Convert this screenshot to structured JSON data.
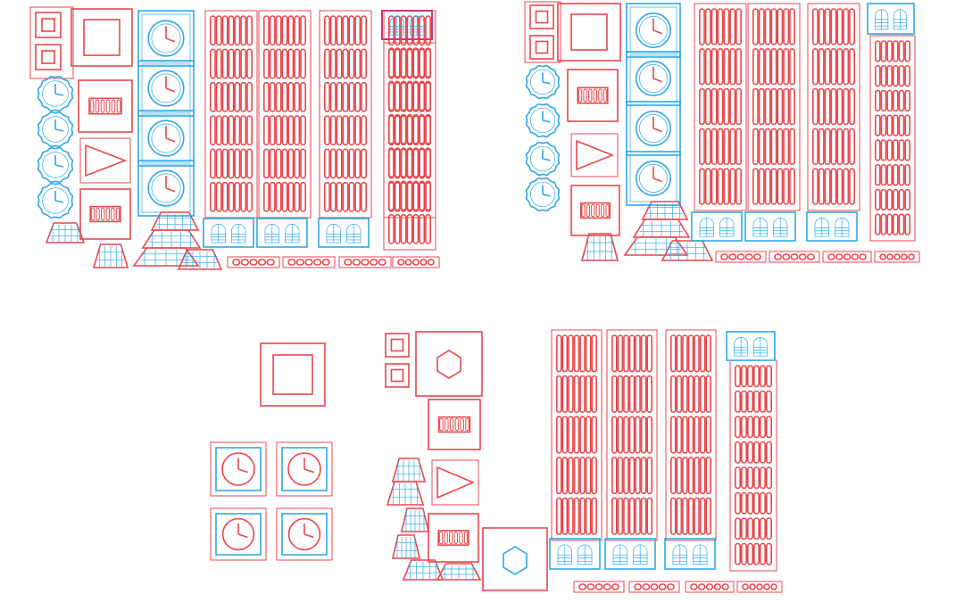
{
  "colors": {
    "cut_red": "#e8474c",
    "engrave_blue": "#2ea8e6",
    "highlight_pink": "#d63384",
    "background": "#ffffff"
  },
  "sheets": [
    {
      "name": "sheet-top-left",
      "clock_panels": 4,
      "round_clocks": 4,
      "slat_columns": 4,
      "window_panels": 4
    },
    {
      "name": "sheet-top-right",
      "clock_panels": 4,
      "round_clocks": 4,
      "slat_columns": 4,
      "window_panels": 4
    },
    {
      "name": "sheet-bottom",
      "clock_faces": 4,
      "slat_columns": 4,
      "window_panels": 4,
      "hexagon_plates": 2
    }
  ]
}
